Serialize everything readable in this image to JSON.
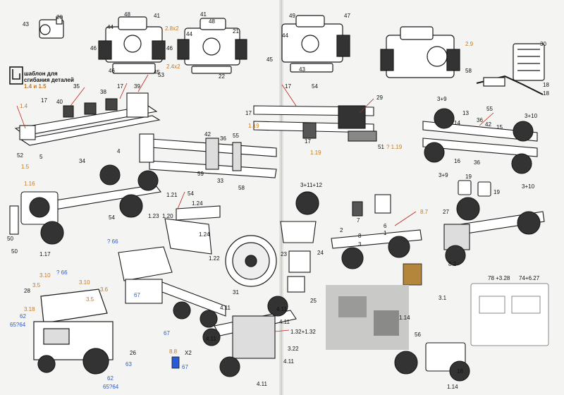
{
  "colors": {
    "paper": "#f4f4f2",
    "ink": "#1a1a1a",
    "leader_red": "#c0201a",
    "label_orange": "#c8781e",
    "label_blue": "#2a5bd7",
    "fold": "#b9b9b6"
  },
  "template": {
    "line1": "шаблон для",
    "line2": "сгибания деталей",
    "line3": "1.4 и 1.5"
  },
  "labels": {
    "p43": "43",
    "p20": "20",
    "p48a": "48",
    "p41a": "41",
    "p44a": "44",
    "p46a": "46",
    "p45a": "45",
    "p28x2": "2.8x2",
    "p41b": "41",
    "p48b": "48",
    "p44b": "44",
    "p46b": "46",
    "p24x2": "2.4x2",
    "p21": "21",
    "p22": "22",
    "p49": "49",
    "p47": "47",
    "p44c": "44",
    "p45b": "45",
    "p43b": "43",
    "p29a": "2.9",
    "p30": "30",
    "p58a": "58",
    "p55a": "55",
    "p18a": "18",
    "p18b": "18",
    "p35": "35",
    "p38": "38",
    "p17a": "17",
    "p39": "39",
    "p53": "53",
    "p14": "1.4",
    "p17b": "17",
    "p40": "40",
    "p52": "52",
    "p5": "5",
    "p15": "1.5",
    "p34": "34",
    "p4": "4",
    "p17c": "17",
    "p54a": "54",
    "p17d": "17",
    "p119a": "1.19",
    "p29": "29",
    "p17e": "17",
    "p119b": "1.19",
    "p51": "51",
    "p119c": "? 1.19",
    "p39b": "3+9",
    "p13": "13",
    "p14b": "14",
    "p36a": "36",
    "p42a": "42",
    "p15b": "15",
    "p310a": "3+10",
    "p16": "16",
    "p36b": "36",
    "p39c": "3+9",
    "p19a": "19",
    "p19b": "19",
    "p310b": "3+10",
    "p42b": "42",
    "p36c": "36",
    "p55b": "55",
    "p59": "59",
    "p33": "33",
    "p58b": "58",
    "p116": "1.16",
    "p121": "1.21",
    "p54b": "54",
    "p124": "1.24",
    "p123": "1.23",
    "p120": "1.20",
    "p124b": "1.24",
    "p122": "1.22",
    "p54c": "54",
    "p50a": "50",
    "p50b": "50",
    "p117": "1.17",
    "p31112": "3+11+12",
    "p23": "23",
    "p24": "24",
    "p31": "31",
    "p25": "25",
    "p2": "2",
    "p7": "7",
    "p6": "6",
    "p8": "8",
    "p3": "3",
    "p1": "1",
    "p87": "8.7",
    "p27": "27",
    "p82": "8.2",
    "p31b": "3.1",
    "p66a": "? 66",
    "p66b": "? 66",
    "p310": "3.10",
    "p35b": "3.5",
    "p310c": "3.10",
    "p36": "3.6",
    "p35c": "3.5",
    "p28": "28",
    "p318": "3.18",
    "p62a": "62",
    "p6564a": "65?64",
    "p26": "26",
    "p63": "63",
    "p62b": "62",
    "p6564b": "65?64",
    "p67a": "67",
    "p67b": "67",
    "p88": "8.8",
    "x2": "X2",
    "p67c": "67",
    "p411a": "4.11",
    "p411b": "4.11",
    "p411c": "4.11",
    "p411d": "4.11",
    "p132": "1.32+1.32",
    "p322": "3.22",
    "p411e": "4.11",
    "p114a": "1.14",
    "p56": "56",
    "p16b": "16",
    "p114b": "1.14",
    "p78": "78 +3.28",
    "p74": "74+6.27"
  }
}
